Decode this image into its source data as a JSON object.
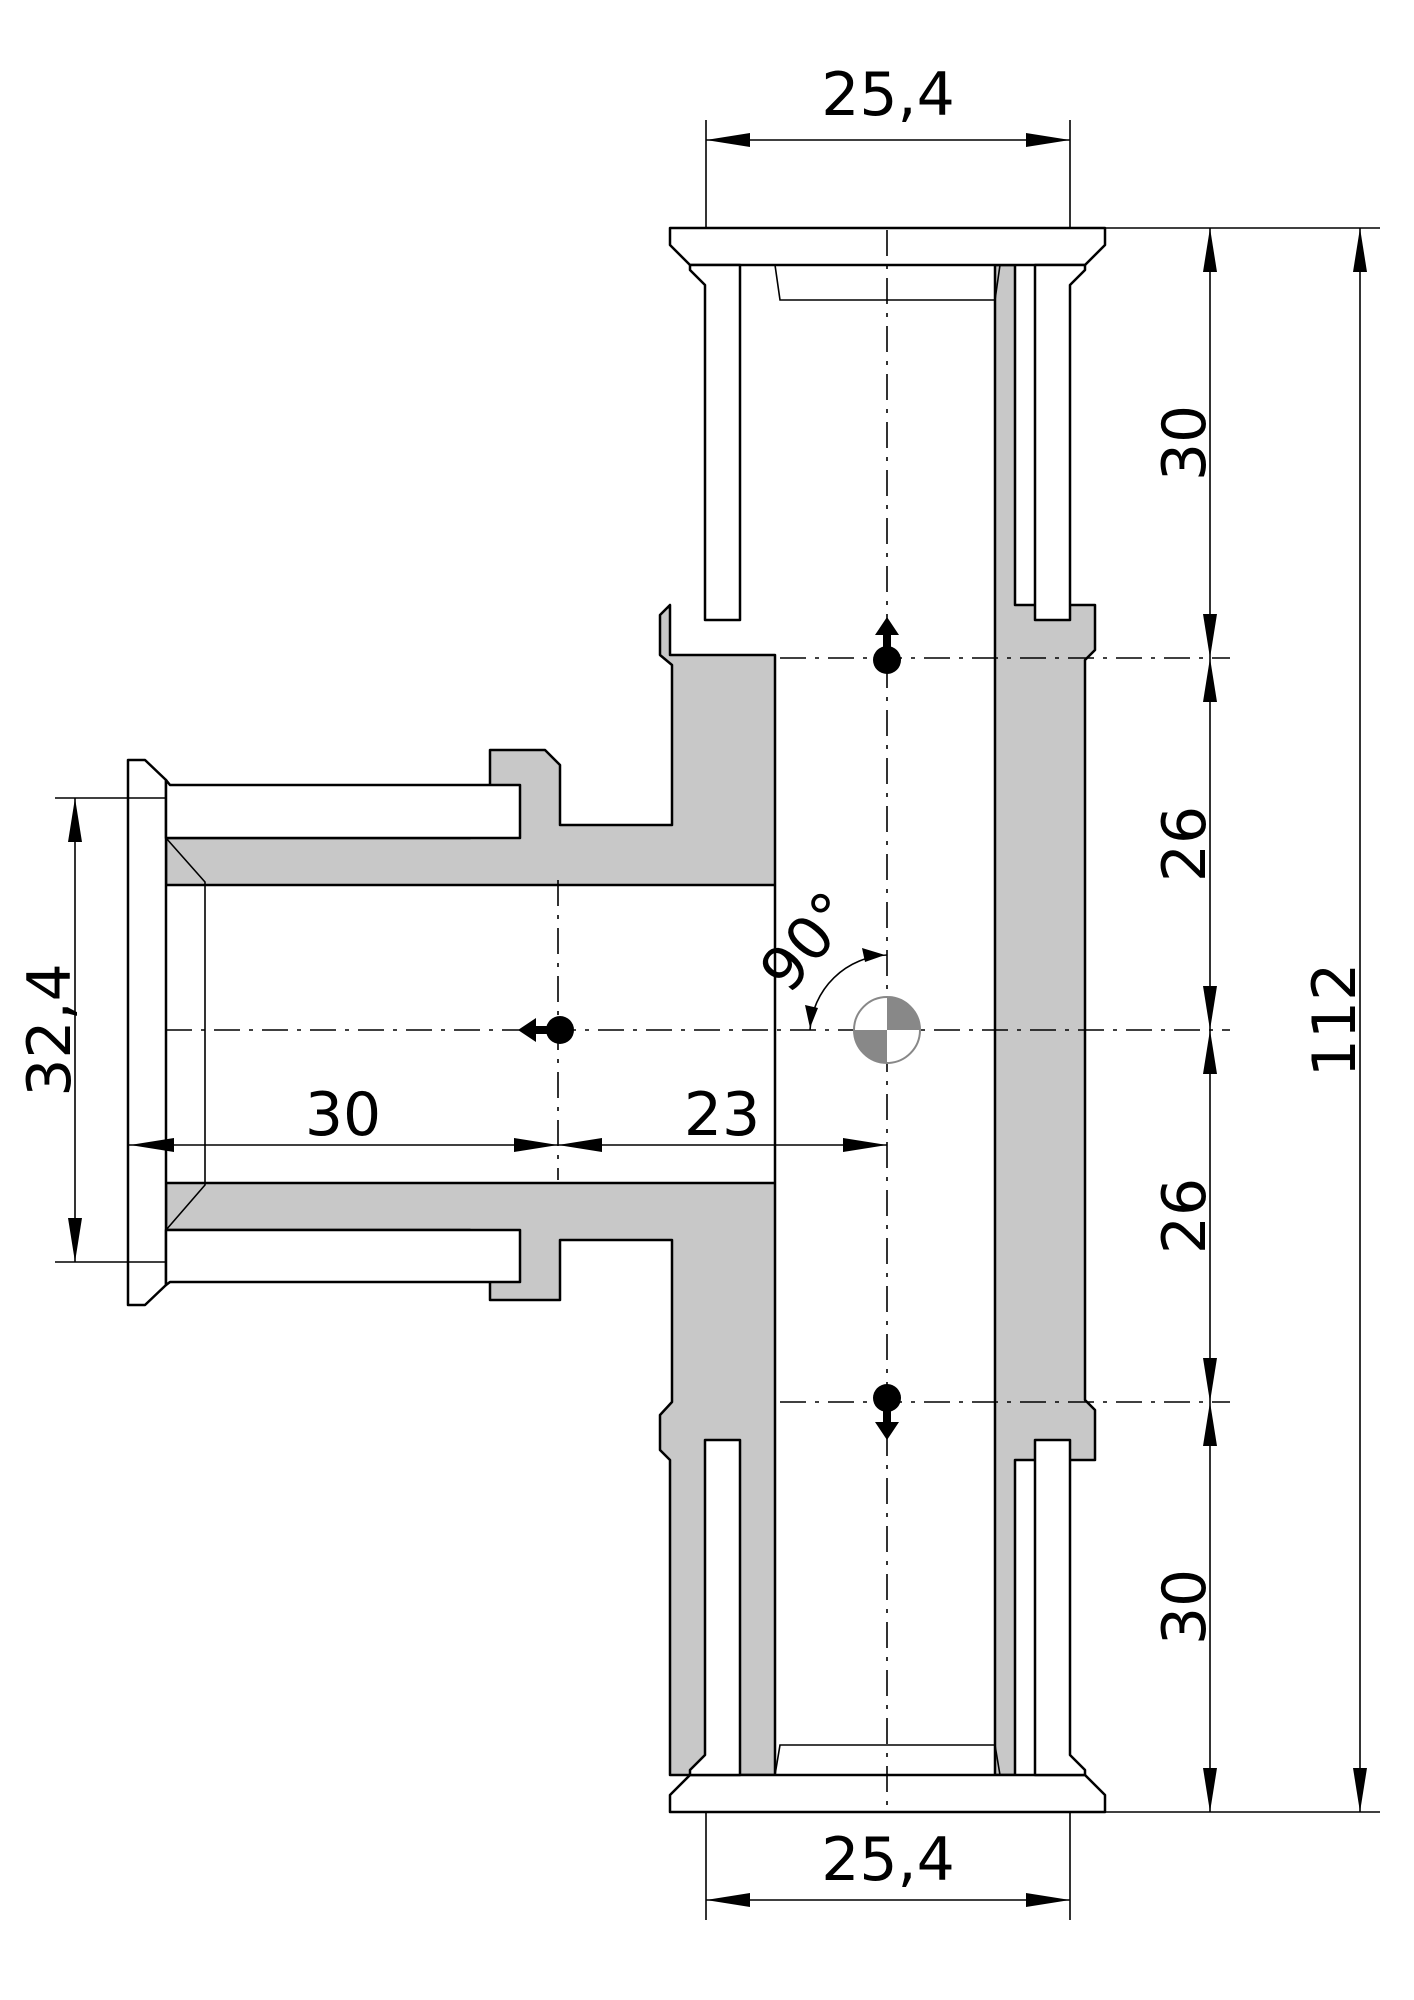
{
  "dimensions": {
    "top_width": "25,4",
    "bottom_width": "25,4",
    "total_height": "112",
    "upper_socket": "30",
    "upper_mid": "26",
    "lower_mid": "26",
    "lower_socket": "30",
    "branch_diameter": "32,4",
    "branch_socket": "30",
    "branch_offset": "23",
    "angle": "90°"
  }
}
